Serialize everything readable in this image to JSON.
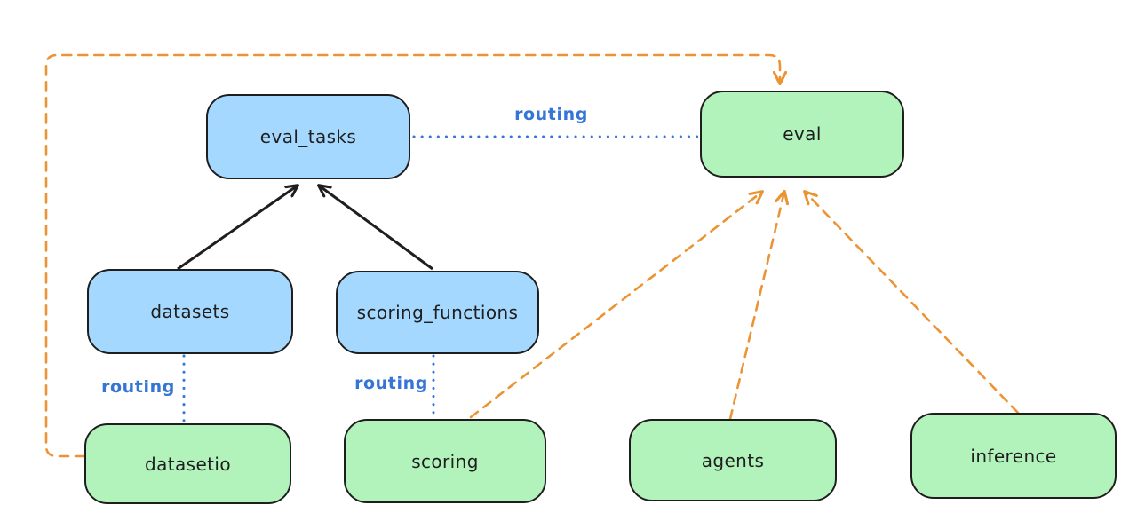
{
  "diagram": {
    "background": "#ffffff",
    "nodes": [
      {
        "id": "eval_tasks",
        "label": "eval_tasks",
        "kind": "resource",
        "fill": "#a5d8ff"
      },
      {
        "id": "eval",
        "label": "eval",
        "kind": "api",
        "fill": "#b2f2bb"
      },
      {
        "id": "datasets",
        "label": "datasets",
        "kind": "resource",
        "fill": "#a5d8ff"
      },
      {
        "id": "scoring_functions",
        "label": "scoring_functions",
        "kind": "resource",
        "fill": "#a5d8ff"
      },
      {
        "id": "datasetio",
        "label": "datasetio",
        "kind": "api",
        "fill": "#b2f2bb"
      },
      {
        "id": "scoring",
        "label": "scoring",
        "kind": "api",
        "fill": "#b2f2bb"
      },
      {
        "id": "agents",
        "label": "agents",
        "kind": "api",
        "fill": "#b2f2bb"
      },
      {
        "id": "inference",
        "label": "inference",
        "kind": "api",
        "fill": "#b2f2bb"
      }
    ],
    "edge_labels": [
      {
        "text": "routing",
        "between": [
          "eval_tasks",
          "eval"
        ]
      },
      {
        "text": "routing",
        "between": [
          "datasets",
          "datasetio"
        ]
      },
      {
        "text": "routing",
        "between": [
          "scoring_functions",
          "scoring"
        ]
      }
    ],
    "edges": [
      {
        "from": "datasets",
        "to": "eval_tasks",
        "style": "solid",
        "color": "#1e1e1e",
        "arrow": "to"
      },
      {
        "from": "scoring_functions",
        "to": "eval_tasks",
        "style": "solid",
        "color": "#1e1e1e",
        "arrow": "to"
      },
      {
        "from": "eval_tasks",
        "to": "eval",
        "style": "dotted",
        "color": "#3575d6",
        "arrow": "none",
        "label": "routing"
      },
      {
        "from": "datasets",
        "to": "datasetio",
        "style": "dotted",
        "color": "#3575d6",
        "arrow": "none",
        "label": "routing"
      },
      {
        "from": "scoring_functions",
        "to": "scoring",
        "style": "dotted",
        "color": "#3575d6",
        "arrow": "none",
        "label": "routing"
      },
      {
        "from": "datasetio",
        "to": "eval",
        "style": "dashed",
        "color": "#ec9434",
        "arrow": "to"
      },
      {
        "from": "scoring",
        "to": "eval",
        "style": "dashed",
        "color": "#ec9434",
        "arrow": "to"
      },
      {
        "from": "agents",
        "to": "eval",
        "style": "dashed",
        "color": "#ec9434",
        "arrow": "to"
      },
      {
        "from": "inference",
        "to": "eval",
        "style": "dashed",
        "color": "#ec9434",
        "arrow": "to"
      }
    ],
    "colors": {
      "node_blue_fill": "#a5d8ff",
      "node_green_fill": "#b2f2bb",
      "node_stroke": "#1e1e1e",
      "routing_blue": "#3575d6",
      "dashed_orange": "#ec9434",
      "solid_arrow_black": "#1e1e1e",
      "background": "#ffffff"
    }
  }
}
